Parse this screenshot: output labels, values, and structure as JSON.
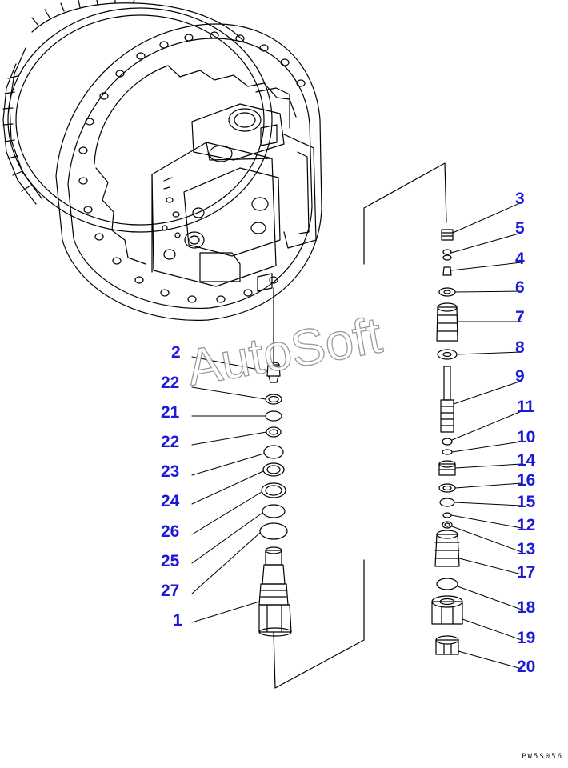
{
  "watermark": "AutoSoft",
  "drawing_code": "PW5S056",
  "colors": {
    "callout": "#1a1ad8",
    "line": "#000000"
  },
  "callouts": [
    {
      "id": "3",
      "label": "3"
    },
    {
      "id": "5",
      "label": "5"
    },
    {
      "id": "4",
      "label": "4"
    },
    {
      "id": "6",
      "label": "6"
    },
    {
      "id": "7",
      "label": "7"
    },
    {
      "id": "8",
      "label": "8"
    },
    {
      "id": "9",
      "label": "9"
    },
    {
      "id": "11",
      "label": "11"
    },
    {
      "id": "10",
      "label": "10"
    },
    {
      "id": "14",
      "label": "14"
    },
    {
      "id": "16",
      "label": "16"
    },
    {
      "id": "15",
      "label": "15"
    },
    {
      "id": "12",
      "label": "12"
    },
    {
      "id": "13",
      "label": "13"
    },
    {
      "id": "17",
      "label": "17"
    },
    {
      "id": "18",
      "label": "18"
    },
    {
      "id": "19",
      "label": "19"
    },
    {
      "id": "20",
      "label": "20"
    },
    {
      "id": "2",
      "label": "2"
    },
    {
      "id": "22a",
      "label": "22"
    },
    {
      "id": "21",
      "label": "21"
    },
    {
      "id": "22b",
      "label": "22"
    },
    {
      "id": "23",
      "label": "23"
    },
    {
      "id": "24",
      "label": "24"
    },
    {
      "id": "26",
      "label": "26"
    },
    {
      "id": "25",
      "label": "25"
    },
    {
      "id": "27",
      "label": "27"
    },
    {
      "id": "1",
      "label": "1"
    }
  ]
}
